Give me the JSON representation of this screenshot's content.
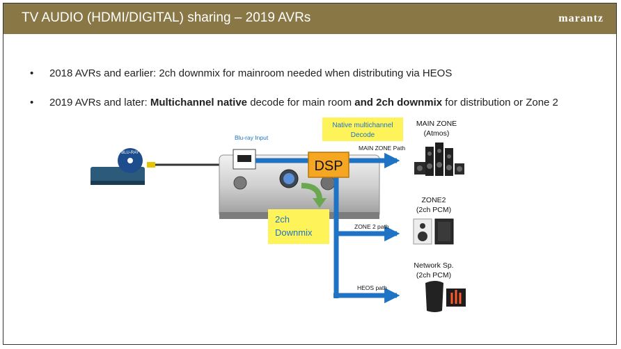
{
  "header": {
    "title": "TV AUDIO (HDMI/DIGITAL) sharing – 2019 AVRs",
    "brand": "marantz"
  },
  "bullets": [
    {
      "marker": "•",
      "text": "2018 AVRs and earlier: 2ch downmix for mainroom needed when distributing via HEOS"
    },
    {
      "marker": "•",
      "part1": "2019 AVRs and later: ",
      "part2": "Multichannel native",
      "part3": " decode for main room ",
      "part4": "and 2ch downmix",
      "part5": " for distribution or Zone 2"
    }
  ],
  "diagram": {
    "input_label": "Blu-ray Input",
    "bluray_disc_text": "BLU-RAY",
    "dsp_label": "DSP",
    "native_note": [
      "Native multichannel",
      "Decode"
    ],
    "downmix_note": [
      "2ch",
      "Downmix"
    ],
    "paths": {
      "main": "MAIN ZONE Path",
      "zone2": "ZONE 2 path",
      "heos": "HEOS path"
    },
    "zones": {
      "main": [
        "MAIN ZONE",
        "(Atmos)"
      ],
      "zone2": [
        "ZONE2",
        "(2ch PCM)"
      ],
      "network": [
        "Network Sp.",
        "(2ch PCM)"
      ]
    },
    "colors": {
      "header": "#8a7746",
      "signal_blue": "#1f73c4",
      "dsp_orange": "#f5a623",
      "note_yellow": "#fff35a",
      "downmix_green": "#6aa84f"
    }
  }
}
